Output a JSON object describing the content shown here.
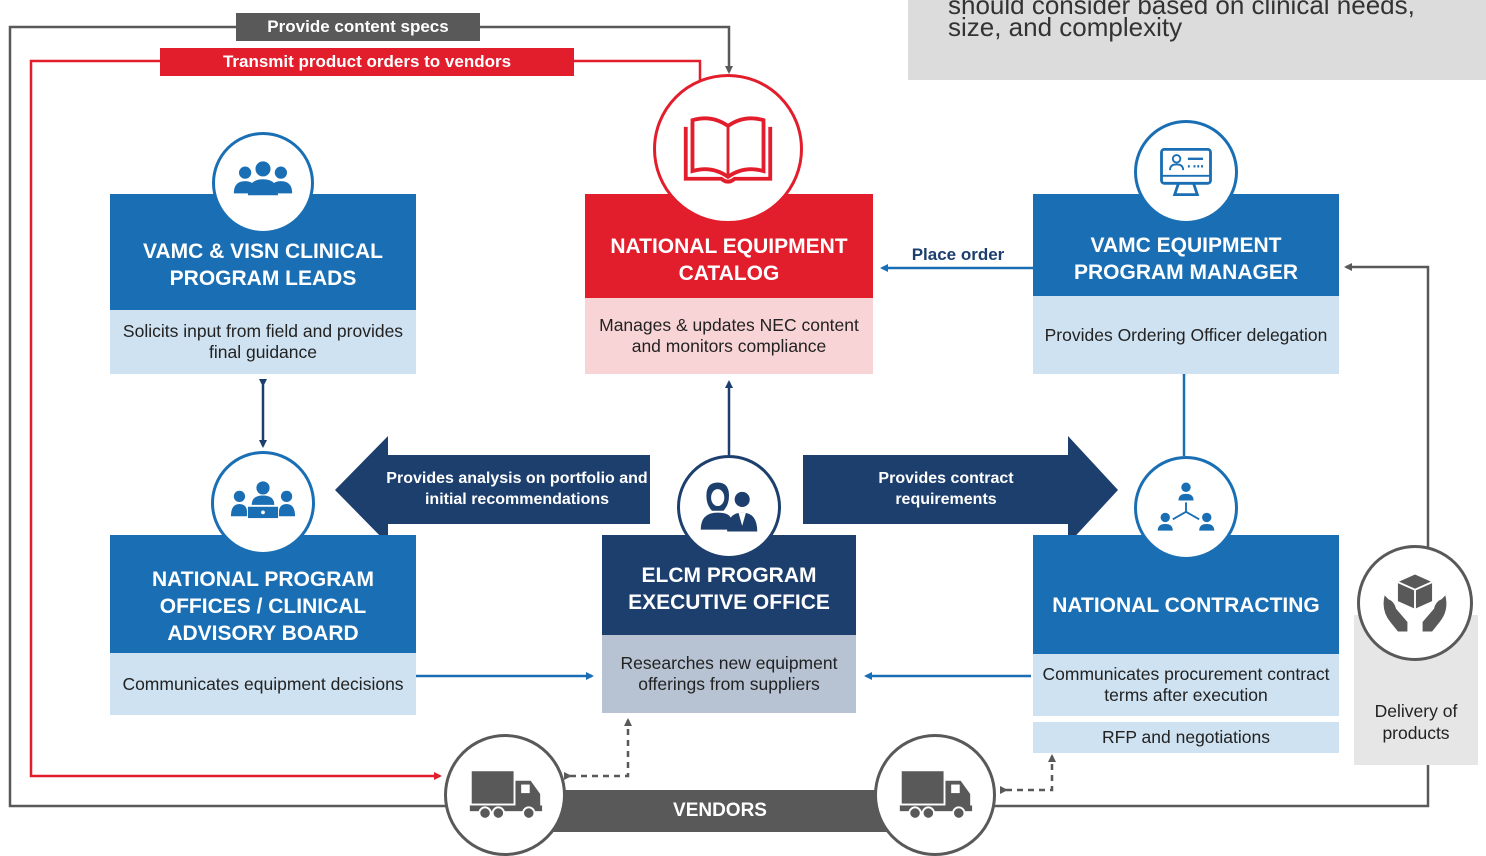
{
  "colors": {
    "blue": "#1a6fb4",
    "navy": "#1d3f6e",
    "red": "#e21e2d",
    "light_blue": "#cfe2f1",
    "pink": "#f9d4d6",
    "gray_blue": "#b7c3d3",
    "gray": "#595959",
    "callout": "#dcdcdc"
  },
  "callout": {
    "line1": "should consider based on clinical needs,",
    "line2": "size, and complexity"
  },
  "top_labels": {
    "content_specs": "Provide content specs",
    "transmit_orders": "Transmit product orders to vendors"
  },
  "boxes": {
    "clinical_leads": {
      "title": "VAMC & VISN CLINICAL PROGRAM LEADS",
      "desc": "Solicits input from field and provides final guidance",
      "icon": "people-group-icon"
    },
    "catalog": {
      "title": "NATIONAL EQUIPMENT CATALOG",
      "desc": "Manages & updates NEC content and monitors compliance",
      "icon": "open-book-icon"
    },
    "equipment_manager": {
      "title": "VAMC EQUIPMENT PROGRAM MANAGER",
      "desc": "Provides Ordering Officer delegation",
      "icon": "computer-monitor-icon"
    },
    "program_offices": {
      "title": "NATIONAL PROGRAM OFFICES / CLINICAL ADVISORY BOARD",
      "desc": "Communicates equipment decisions",
      "icon": "meeting-table-icon"
    },
    "elcm": {
      "title": "ELCM PROGRAM EXECUTIVE OFFICE",
      "desc": "Researches new equipment offerings from suppliers",
      "icon": "executives-icon"
    },
    "contracting": {
      "title": "NATIONAL CONTRACTING",
      "desc": "Communicates procurement contract terms after execution",
      "extra": "RFP and negotiations",
      "icon": "org-hierarchy-icon"
    }
  },
  "flows": {
    "place_order": "Place order",
    "analysis": "Provides analysis on portfolio and initial recommendations",
    "contract_req": "Provides contract requirements"
  },
  "vendors": {
    "label": "VENDORS",
    "icon": "truck-icon"
  },
  "delivery": {
    "label": "Delivery of products",
    "icon": "hands-package-icon"
  }
}
